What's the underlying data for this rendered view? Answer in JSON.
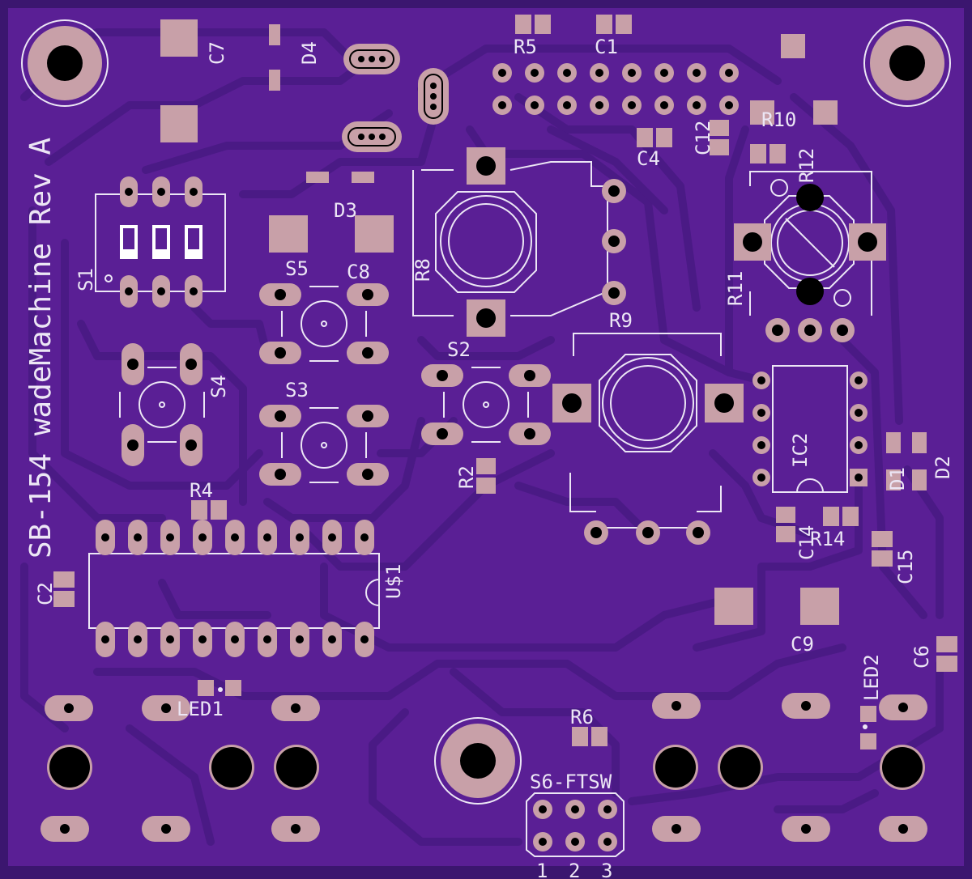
{
  "board": {
    "title": "SB-154 wadeMachine Rev A",
    "colors": {
      "substrate": "#3b166f",
      "copper_pour": "#5a1f95",
      "trace": "#4a1a85",
      "pad": "#c8a0a8",
      "silkscreen": "#ece6f5",
      "drill": "#000000"
    }
  },
  "labels": {
    "C7": "C7",
    "D4": "D4",
    "R5": "R5",
    "C1": "C1",
    "C4": "C4",
    "C12": "C12",
    "R10": "R10",
    "R12": "R12",
    "D3": "D3",
    "R8": "R8",
    "R11": "R11",
    "S1": "S1",
    "S5": "S5",
    "C8": "C8",
    "S4": "S4",
    "S3": "S3",
    "S2": "S2",
    "R9": "R9",
    "IC2": "IC2",
    "D1": "D1",
    "D2": "D2",
    "R2": "R2",
    "R4": "R4",
    "US1": "U$1",
    "C2": "C2",
    "C14": "C14",
    "R14": "R14",
    "C15": "C15",
    "C9": "C9",
    "C6": "C6",
    "LED2": "LED2",
    "LED1": "LED1",
    "R6": "R6",
    "S6": "S6-FTSW",
    "pin1": "1",
    "pin2": "2",
    "pin3": "3"
  }
}
